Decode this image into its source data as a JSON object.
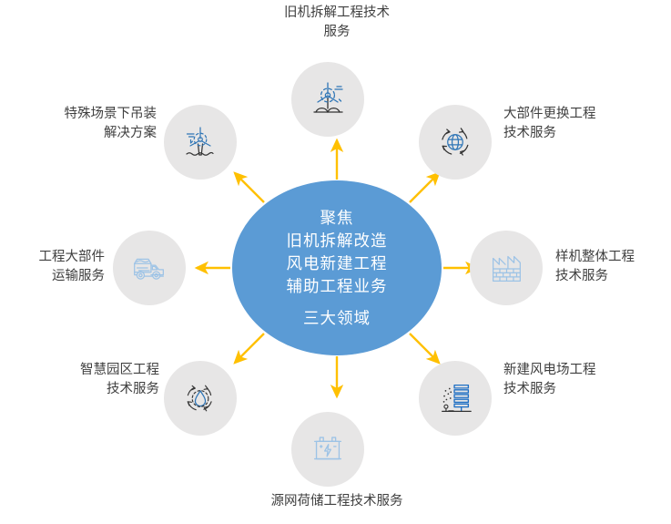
{
  "diagram": {
    "type": "hub-and-spoke",
    "title_present": false,
    "colors": {
      "hub_fill": "#5B9BD5",
      "hub_text": "#FFFFFF",
      "bubble_fill": "#E7E6E6",
      "arrow": "#FFC000",
      "label_text": "#404040",
      "icon_blue": "#2E75B6",
      "icon_light_blue": "#9DC3E6",
      "icon_dark": "#333333",
      "background": "#FFFFFF"
    }
  },
  "hub": {
    "lines": [
      "聚焦",
      "旧机拆解改造",
      "风电新建工程",
      "辅助工程业务",
      "三大领域"
    ],
    "line_1": "聚焦",
    "line_2": "旧机拆解改造",
    "line_3": "风电新建工程",
    "line_4": "辅助工程业务",
    "line_5": "三大领域"
  },
  "nodes": [
    {
      "id": "top",
      "label": "旧机拆解工程技术\n服务",
      "icon": "wind-turbine-dismantle-icon",
      "position": "top",
      "align": "center"
    },
    {
      "id": "top-right",
      "label": "大部件更换工程\n技术服务",
      "icon": "globe-recycle-icon",
      "position": "top-right",
      "align": "left"
    },
    {
      "id": "right",
      "label": "样机整体工程\n技术服务",
      "icon": "factory-brick-wall-icon",
      "position": "right",
      "align": "left"
    },
    {
      "id": "bottom-right",
      "label": "新建风电场工程\n技术服务",
      "icon": "wind-farm-tower-icon",
      "position": "bottom-right",
      "align": "left"
    },
    {
      "id": "bottom",
      "label": "源网荷储工程技术服务",
      "icon": "battery-energy-storage-icon",
      "position": "bottom",
      "align": "center"
    },
    {
      "id": "bottom-left",
      "label": "智慧园区工程\n技术服务",
      "icon": "water-drop-recycle-icon",
      "position": "bottom-left",
      "align": "right"
    },
    {
      "id": "left",
      "label": "工程大部件\n运输服务",
      "icon": "dump-truck-icon",
      "position": "left",
      "align": "right"
    },
    {
      "id": "top-left",
      "label": "特殊场景下吊装\n解决方案",
      "icon": "offshore-wind-turbine-icon",
      "position": "top-left",
      "align": "right"
    }
  ]
}
